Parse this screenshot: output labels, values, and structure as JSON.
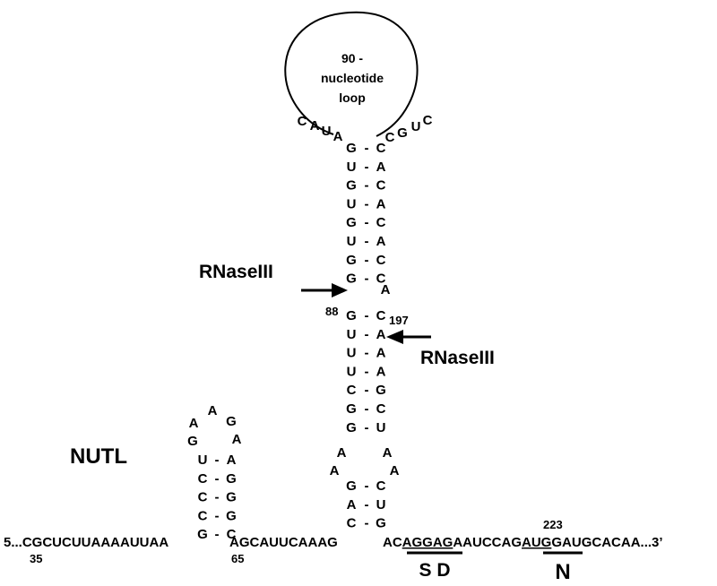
{
  "diagram": {
    "loop": {
      "line1": "90 -",
      "line2": "nucleotide",
      "line3": "loop"
    },
    "loop_left_bases": [
      "C",
      "A",
      "U",
      "A"
    ],
    "loop_right_bases": [
      "C",
      "G",
      "U",
      "C"
    ],
    "main_stem_upper": [
      [
        "G",
        "C"
      ],
      [
        "U",
        "A"
      ],
      [
        "G",
        "C"
      ],
      [
        "U",
        "A"
      ],
      [
        "G",
        "C"
      ],
      [
        "U",
        "A"
      ],
      [
        "G",
        "C"
      ],
      [
        "G",
        "C"
      ]
    ],
    "bulge_A": "A",
    "main_stem_lower": [
      [
        "G",
        "C"
      ],
      [
        "U",
        "A"
      ],
      [
        "U",
        "A"
      ],
      [
        "U",
        "A"
      ],
      [
        "C",
        "G"
      ],
      [
        "G",
        "C"
      ],
      [
        "G",
        "U"
      ]
    ],
    "internal_loop_left": [
      "A",
      "A"
    ],
    "internal_loop_right": [
      "A",
      "A"
    ],
    "base_stem": [
      [
        "G",
        "C"
      ],
      [
        "A",
        "U"
      ],
      [
        "C",
        "G"
      ]
    ],
    "nutl": {
      "label": "NUTL",
      "loop_bases": [
        "G",
        "A",
        "A",
        "G",
        "A"
      ],
      "stem": [
        [
          "U",
          "A"
        ],
        [
          "C",
          "G"
        ],
        [
          "C",
          "G"
        ],
        [
          "C",
          "G"
        ],
        [
          "G",
          "C"
        ]
      ]
    },
    "cleavage": {
      "left_label": "RNaseIII",
      "left_pos": "88",
      "right_label": "RNaseIII",
      "right_pos": "197"
    },
    "sequence": {
      "left": "5...CGCUCUUAAAAUUAA",
      "middle": "AGCAUUCAAAG",
      "right_a": "AC",
      "right_sd": "AGGAG",
      "right_b": "AAUCCAG",
      "right_aug": "AUG",
      "right_c": "GAUGCACAA...3’"
    },
    "pos_35": "35",
    "pos_65": "65",
    "pos_223": "223",
    "sd_label": "S D",
    "n_label": "N"
  }
}
